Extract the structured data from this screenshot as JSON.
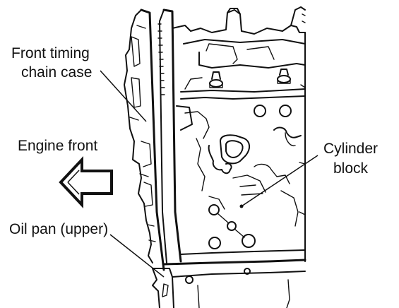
{
  "labels": {
    "front_case_line1": "Front timing",
    "front_case_line2": "chain case",
    "engine_front": "Engine front",
    "cylinder_line1": "Cylinder",
    "cylinder_line2": "block",
    "oil_pan": "Oil pan (upper)"
  },
  "icons": {
    "direction_arrow": "arrow-left-outline-icon"
  }
}
